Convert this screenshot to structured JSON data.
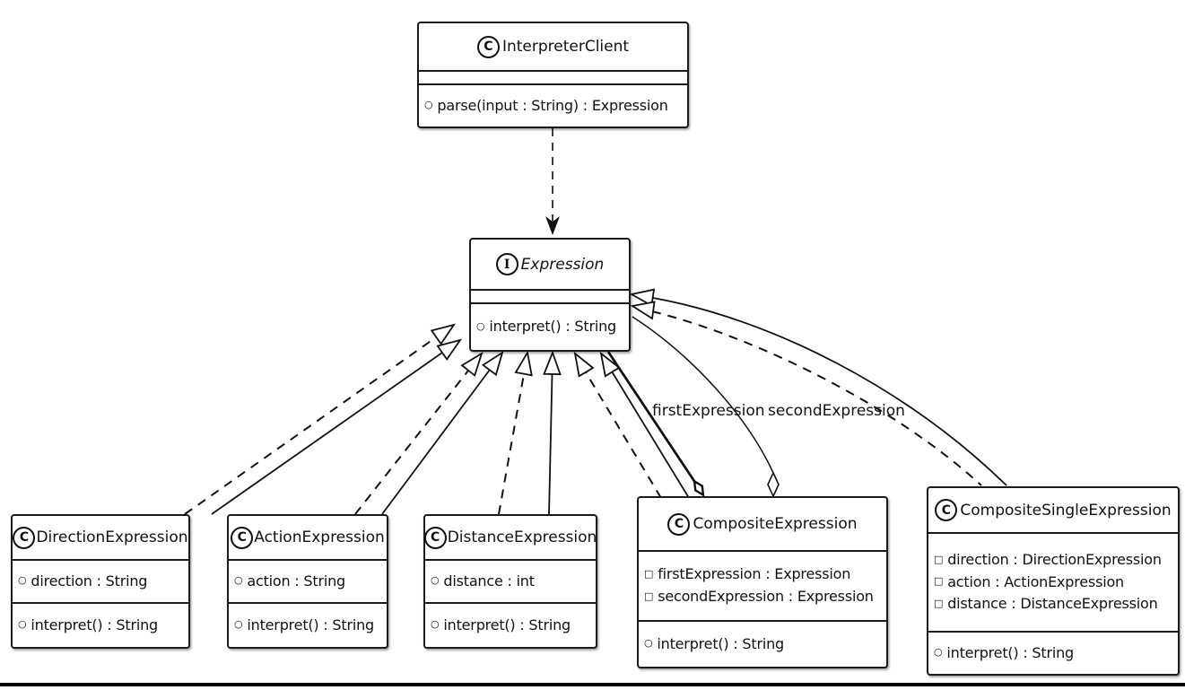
{
  "canvas": {
    "background": "#ffffff",
    "stroke": "#000000",
    "fill": "#ffffff"
  },
  "diagram": {
    "classes": [
      {
        "stereotype": "C",
        "name": "InterpreterClient",
        "attributes": [],
        "operations": [
          {
            "marker": "○",
            "text": "parse(input : String) : Expression"
          }
        ]
      },
      {
        "stereotype": "I",
        "name": "Expression",
        "attributes": [],
        "operations": [
          {
            "marker": "○",
            "text": "interpret() : String"
          }
        ]
      },
      {
        "stereotype": "C",
        "name": "DirectionExpression",
        "attributes": [
          {
            "marker": "○",
            "text": "direction : String"
          }
        ],
        "operations": [
          {
            "marker": "○",
            "text": "interpret() : String"
          }
        ]
      },
      {
        "stereotype": "C",
        "name": "ActionExpression",
        "attributes": [
          {
            "marker": "○",
            "text": "action : String"
          }
        ],
        "operations": [
          {
            "marker": "○",
            "text": "interpret() : String"
          }
        ]
      },
      {
        "stereotype": "C",
        "name": "DistanceExpression",
        "attributes": [
          {
            "marker": "○",
            "text": "distance : int"
          }
        ],
        "operations": [
          {
            "marker": "○",
            "text": "interpret() : String"
          }
        ]
      },
      {
        "stereotype": "C",
        "name": "CompositeExpression",
        "attributes": [
          {
            "marker": "□",
            "text": "firstExpression : Expression"
          },
          {
            "marker": "□",
            "text": "secondExpression : Expression"
          }
        ],
        "operations": [
          {
            "marker": "○",
            "text": "interpret() : String"
          }
        ]
      },
      {
        "stereotype": "C",
        "name": "CompositeSingleExpression",
        "attributes": [
          {
            "marker": "□",
            "text": "direction : DirectionExpression"
          },
          {
            "marker": "□",
            "text": "action : ActionExpression"
          },
          {
            "marker": "□",
            "text": "distance : DistanceExpression"
          }
        ],
        "operations": [
          {
            "marker": "○",
            "text": "interpret() : String"
          }
        ]
      }
    ],
    "edge_labels": {
      "first": "firstExpression",
      "second": "secondExpression"
    }
  }
}
